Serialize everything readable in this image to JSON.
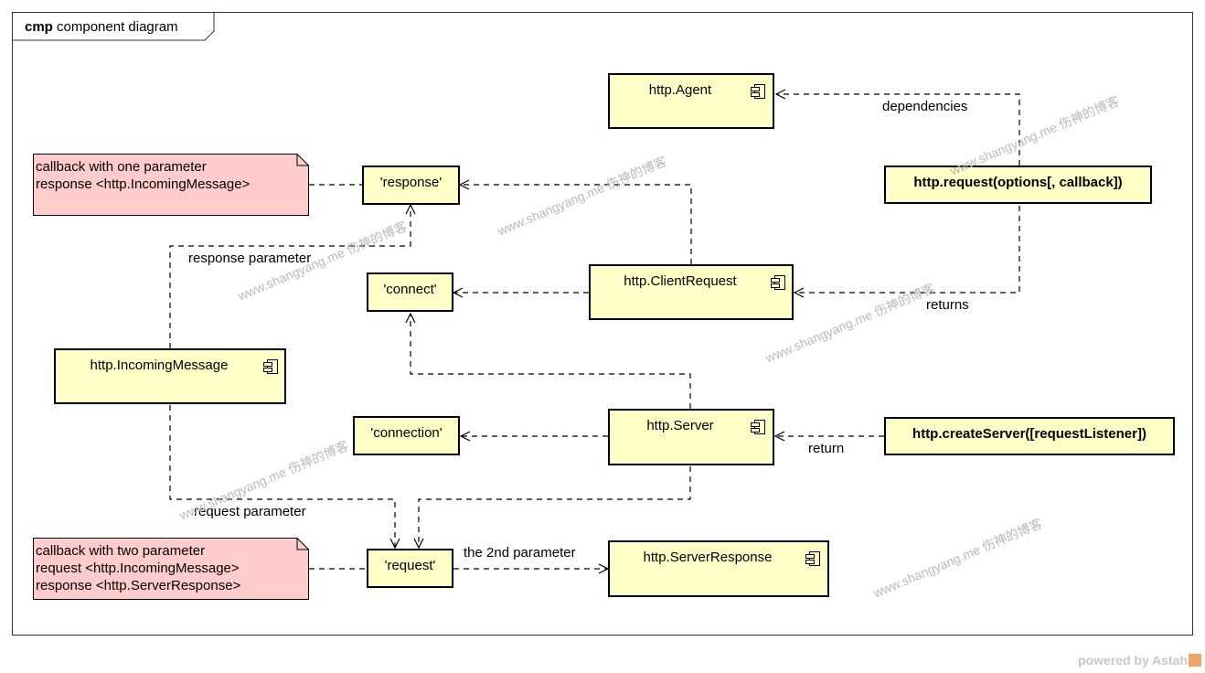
{
  "diagram": {
    "kind": "cmp",
    "title": "component diagram"
  },
  "components": {
    "agent": "http.Agent",
    "client_request": "http.ClientRequest",
    "incoming_message": "http.IncomingMessage",
    "server": "http.Server",
    "server_response": "http.ServerResponse"
  },
  "events": {
    "response": "'response'",
    "connect": "'connect'",
    "connection": "'connection'",
    "request": "'request'"
  },
  "functions": {
    "http_request": "http.request(options[, callback])",
    "create_server": "http.createServer([requestListener])"
  },
  "notes": {
    "response_callback": "callback with one parameter\nresponse <http.IncomingMessage>",
    "request_callback": "callback with two parameter\nrequest <http.IncomingMessage>\nresponse <http.ServerResponse>"
  },
  "edge_labels": {
    "dependencies": "dependencies",
    "returns": "returns",
    "return": "return",
    "response_parameter": "response parameter",
    "request_parameter": "request parameter",
    "second_parameter": "the 2nd parameter"
  },
  "watermark": "www.shangyang.me 伤神的博客",
  "footer": {
    "powered_by": "powered by Astah"
  },
  "colors": {
    "component_fill": "#ffffc7",
    "note_fill": "#ffcccc",
    "line": "#000000"
  }
}
